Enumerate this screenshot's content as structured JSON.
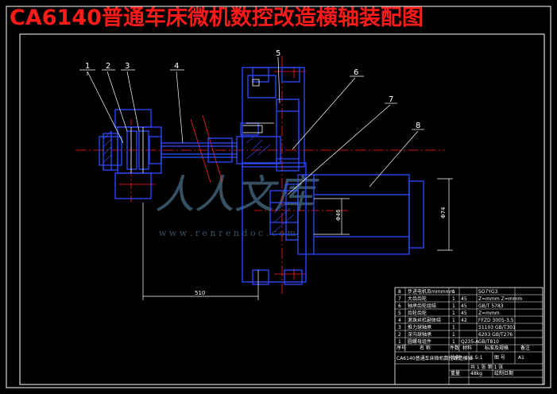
{
  "title": "CA6140普通车床微机数控改造横轴装配图",
  "callouts": [
    "1",
    "2",
    "3",
    "4",
    "5",
    "6",
    "7",
    "8"
  ],
  "dimensions": {
    "length": "510",
    "motor_dia": "Φ74",
    "small_dia": "Φ46"
  },
  "watermark": {
    "text": "人人文库",
    "url": "w w w . r e n r e n d o c . c o m"
  },
  "title_block": {
    "rows": [
      {
        "no": "8",
        "name": "步进电机及mmmmm",
        "qty": "1",
        "mat": "",
        "std": "SO7YG3"
      },
      {
        "no": "7",
        "name": "大齿齿轮",
        "qty": "1",
        "mat": "45",
        "std": "Z=mmm Z=mmm"
      },
      {
        "no": "6",
        "name": "轴承齿轮组结",
        "qty": "1",
        "mat": "45",
        "std": "GB/T 5783"
      },
      {
        "no": "5",
        "name": "齿轮齿轮",
        "qty": "1",
        "mat": "45",
        "std": "Z=mmm"
      },
      {
        "no": "4",
        "name": "滚珠丝杠副体结",
        "qty": "1",
        "mat": "42",
        "std": "FFZD 3005-3.5"
      },
      {
        "no": "3",
        "name": "推力球轴承",
        "qty": "1",
        "mat": "",
        "std": "51103 GB/T301"
      },
      {
        "no": "2",
        "name": "深沟球轴承",
        "qty": "1",
        "mat": "",
        "std": "6203 GB/T276"
      },
      {
        "no": "1",
        "name": "圆螺母组件",
        "qty": "1",
        "mat": "Q235-A",
        "std": "GB/T810"
      }
    ],
    "header": {
      "no": "序号",
      "name": "名 称",
      "qty": "件数",
      "mat": "材料",
      "std": "标准及规格",
      "note": "备注"
    },
    "drawing_name": "CA6140普通车床微机数控改造横轴",
    "scale_label": "比例",
    "scale": "1.5:1",
    "figure_label": "图 号",
    "figure_no": "A1",
    "sheets": "共 1 张  第 1 张",
    "weight_label": "重量",
    "weight": "48kg",
    "date_label": "绘制日期"
  }
}
